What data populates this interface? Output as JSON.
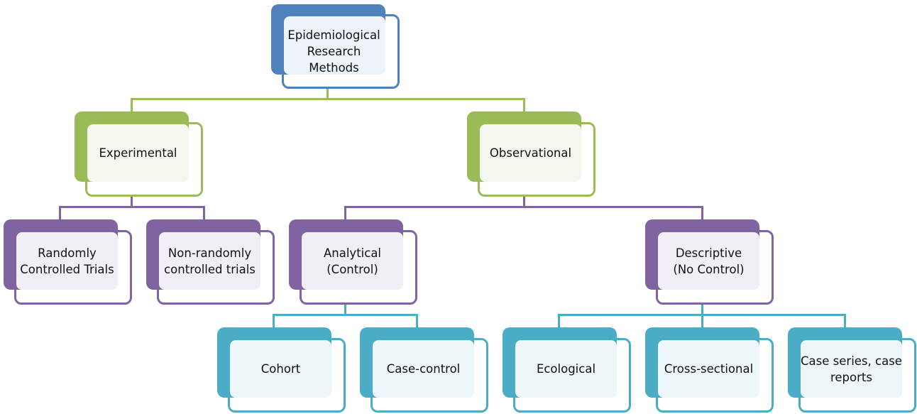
{
  "diagram": {
    "title": "Epidemiological Research Methods",
    "colors": {
      "level1": "#4F81BD",
      "level2": "#9BBB59",
      "level3": "#8064A2",
      "level4": "#4BACC6",
      "level1_fill": "#EEF3FA",
      "level2_fill": "#F4F7EE",
      "level3_fill": "#F1EFF5",
      "level4_fill": "#EDF6F9"
    },
    "nodes": {
      "root": {
        "label": "Epidemiological\nResearch\nMethods",
        "level": 1
      },
      "experimental": {
        "label": "Experimental",
        "level": 2,
        "parent": "root"
      },
      "observational": {
        "label": "Observational",
        "level": 2,
        "parent": "root"
      },
      "rct": {
        "label": "Randomly\nControlled Trials",
        "level": 3,
        "parent": "experimental"
      },
      "nrct": {
        "label": "Non-randomly\ncontrolled trials",
        "level": 3,
        "parent": "experimental"
      },
      "analytical": {
        "label": "Analytical\n(Control)",
        "level": 3,
        "parent": "observational"
      },
      "descriptive": {
        "label": "Descriptive\n(No Control)",
        "level": 3,
        "parent": "observational"
      },
      "cohort": {
        "label": "Cohort",
        "level": 4,
        "parent": "analytical"
      },
      "case_control": {
        "label": "Case-control",
        "level": 4,
        "parent": "analytical"
      },
      "ecological": {
        "label": "Ecological",
        "level": 4,
        "parent": "descriptive"
      },
      "cross_sectional": {
        "label": "Cross-sectional",
        "level": 4,
        "parent": "descriptive"
      },
      "case_series": {
        "label": "Case series, case\nreports",
        "level": 4,
        "parent": "descriptive"
      }
    }
  }
}
